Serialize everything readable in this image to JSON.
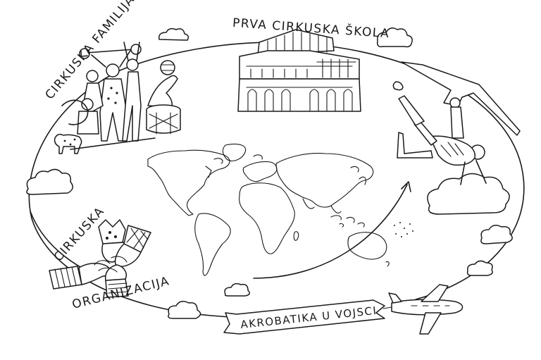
{
  "labels": {
    "circus_family": "CIRKUSKA FAMILIJA",
    "first_school": "PRVA CIRKUSKA ŠKOLA",
    "circus_organization_top": "CIRKUSKA",
    "circus_organization_bottom": "ORGANIZACIJA",
    "banner": "AKROBATIKA U VOJSCI"
  },
  "icons": [
    "cloud-icon",
    "circus-family-illustration",
    "circus-school-building-icon",
    "acrobats-illustration",
    "world-map",
    "hands-illustration",
    "airplane-icon",
    "banner-icon"
  ]
}
